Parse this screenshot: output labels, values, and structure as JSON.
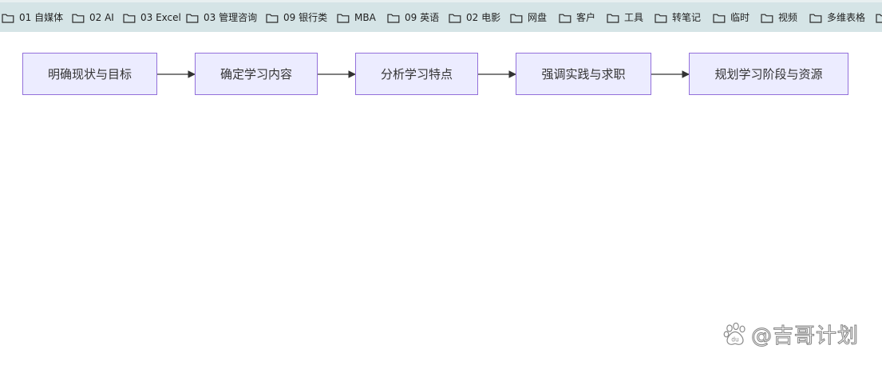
{
  "bookmarks_bar": {
    "items": [
      {
        "label": "01 自媒体",
        "icon": "folder-icon"
      },
      {
        "label": "02 AI",
        "icon": "folder-icon"
      },
      {
        "label": "03 Excel",
        "icon": "folder-icon"
      },
      {
        "label": "03 管理咨询",
        "icon": "folder-icon"
      },
      {
        "label": "09 银行类",
        "icon": "folder-icon"
      },
      {
        "label": "MBA",
        "icon": "folder-icon"
      },
      {
        "label": "09 英语",
        "icon": "folder-icon"
      },
      {
        "label": "02 电影",
        "icon": "folder-icon"
      },
      {
        "label": "网盘",
        "icon": "folder-icon"
      },
      {
        "label": "客户",
        "icon": "folder-icon"
      },
      {
        "label": "工具",
        "icon": "folder-icon"
      },
      {
        "label": "转笔记",
        "icon": "folder-icon"
      },
      {
        "label": "临时",
        "icon": "folder-icon"
      },
      {
        "label": "视频",
        "icon": "folder-icon"
      },
      {
        "label": "多维表格",
        "icon": "folder-icon"
      }
    ]
  },
  "flowchart": {
    "nodes": [
      {
        "label": "明确现状与目标"
      },
      {
        "label": "确定学习内容"
      },
      {
        "label": "分析学习特点"
      },
      {
        "label": "强调实践与求职"
      },
      {
        "label": "规划学习阶段与资源"
      }
    ],
    "edges": [
      {
        "from": 0,
        "to": 1
      },
      {
        "from": 1,
        "to": 2
      },
      {
        "from": 2,
        "to": 3
      },
      {
        "from": 3,
        "to": 4
      }
    ],
    "colors": {
      "node_fill": "#ececff",
      "node_border": "#9370db",
      "edge": "#333333"
    }
  },
  "watermark": {
    "text": "@吉哥计划",
    "logo_icon": "baidu-paw-icon",
    "logo_text": "du"
  }
}
